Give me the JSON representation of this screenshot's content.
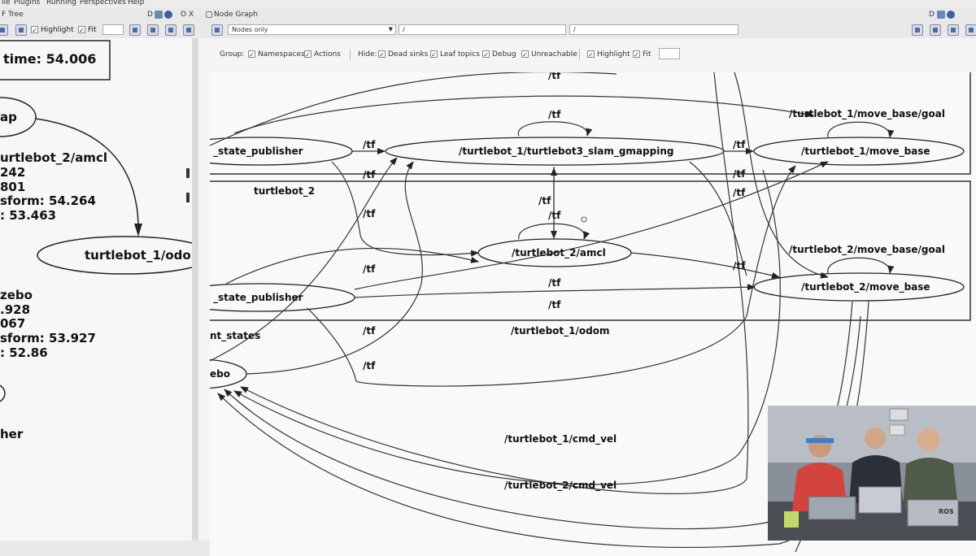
{
  "menu": {
    "items": [
      "ile",
      "Plugins",
      "Running",
      "Perspectives",
      "Help"
    ]
  },
  "tf_panel": {
    "title": "F Tree",
    "controls": "D",
    "highlight_label": "Highlight",
    "fit_label": "Fit",
    "time_label": "time: 54.006",
    "nodes": {
      "map": "ap",
      "amcl_title": "urtlebot_2/amcl",
      "amcl_l1": "242",
      "amcl_l2": "801",
      "amcl_l3": "sform: 54.264",
      "amcl_l4": ": 53.463",
      "odom": "turtlebot_1/odom",
      "gz_title": "zebo",
      "gz_l1": ".928",
      "gz_l2": "067",
      "gz_l3": "sform: 53.927",
      "gz_l4": ": 52.86",
      "bottom": "her"
    }
  },
  "node_graph": {
    "title": "Node Graph",
    "window_controls": "D",
    "left_controls": "O X",
    "mode_select": "Nodes only",
    "ns_filter": "/",
    "topic_filter": "/",
    "group_label": "Group:",
    "group_options": [
      "Namespaces",
      "Actions"
    ],
    "hide_label": "Hide:",
    "hide_options": [
      "Dead sinks",
      "Leaf topics",
      "Debug",
      "Unreachable"
    ],
    "highlight_label": "Highlight",
    "fit_label": "Fit"
  },
  "graph": {
    "tf": "/tf",
    "state_pub_1": "_state_publisher",
    "slam": "/turtlebot_1/turtlebot3_slam_gmapping",
    "move_base_1": "/turtlebot_1/move_base",
    "move_base_goal_1": "/turtlebot_1/move_base/goal",
    "cluster_2": "turtlebot_2",
    "amcl_2": "/turtlebot_2/amcl",
    "move_base_goal_2": "/turtlebot_2/move_base/goal",
    "move_base_2": "/turtlebot_2/move_base",
    "state_pub_2": "_state_publisher",
    "odom_1": "/turtlebot_1/odom",
    "joint_states": "nt_states",
    "gazebo": "ebo",
    "cmd_vel_1": "/turtlebot_1/cmd_vel",
    "cmd_vel_2": "/turtlebot_2/cmd_vel"
  },
  "video": {
    "laptop_label": "ROS"
  }
}
